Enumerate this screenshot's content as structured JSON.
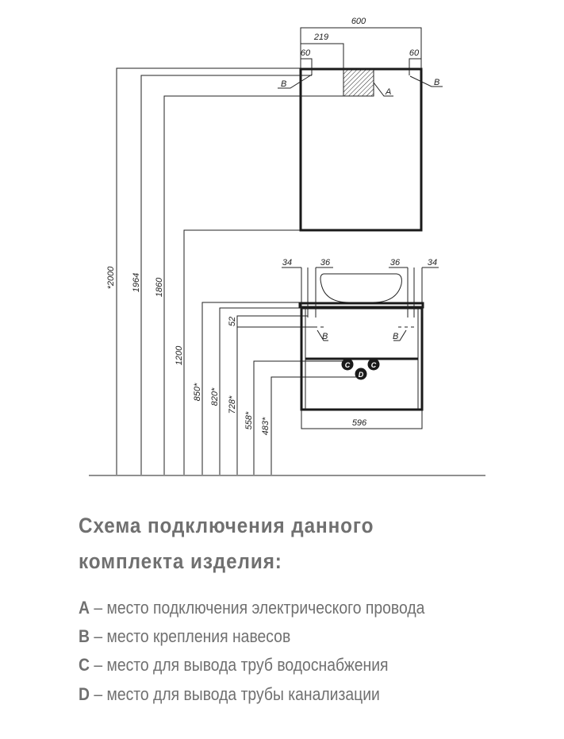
{
  "diagram": {
    "mirror_dims": {
      "width": "600",
      "offset_a": "219",
      "left_b": "60",
      "right_b": "60"
    },
    "vanity_dims": {
      "left_outer": "34",
      "left_inner": "36",
      "right_inner": "36",
      "right_outer": "34",
      "width": "596"
    },
    "heights": {
      "h2000": "*2000",
      "h1964": "1964",
      "h1860": "1860",
      "h1200": "1200",
      "h850": "850*",
      "h820": "820*",
      "h728": "728*",
      "h52": "52",
      "h558": "558*",
      "h483": "483*"
    },
    "markers": {
      "a": "A",
      "b": "B",
      "c": "C",
      "d": "D"
    }
  },
  "caption": {
    "title_line1": "Схема подключения данного",
    "title_line2": "комплекта изделия:",
    "items": [
      {
        "key": "A",
        "text": " – место подключения электрического провода"
      },
      {
        "key": "B",
        "text": " – место крепления навесов"
      },
      {
        "key": "C",
        "text": " – место для вывода труб водоснабжения"
      },
      {
        "key": "D",
        "text": " – место для вывода трубы канализации"
      }
    ]
  }
}
